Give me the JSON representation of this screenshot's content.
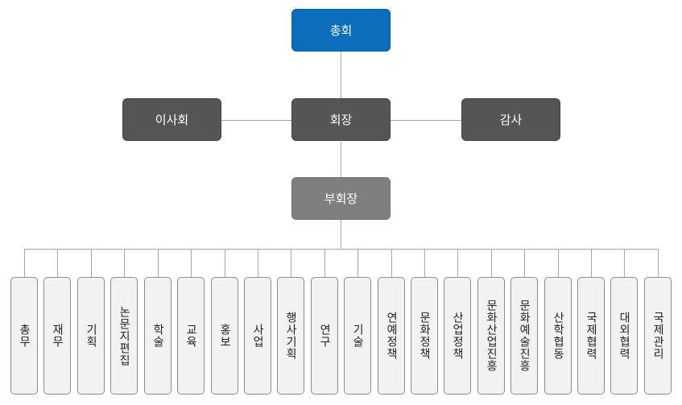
{
  "org": {
    "top": "총회",
    "left": "이사회",
    "center": "회장",
    "right": "감사",
    "vice": "부회장"
  },
  "departments": [
    "총무",
    "재무",
    "기획",
    "논문지편집",
    "학술",
    "교육",
    "홍보",
    "사업",
    "행사기획",
    "연구",
    "기술",
    "연예정책",
    "문화정책",
    "산업정책",
    "문화산업진흥",
    "문화예술진흥",
    "산학협동",
    "국제협력",
    "대외협력",
    "국제관리"
  ],
  "colors": {
    "top": "#0a6ebd",
    "dark": "#555555",
    "vice": "#7f7f7f",
    "dept_fill": "#f2f2f2",
    "line": "#a6a6a6"
  }
}
